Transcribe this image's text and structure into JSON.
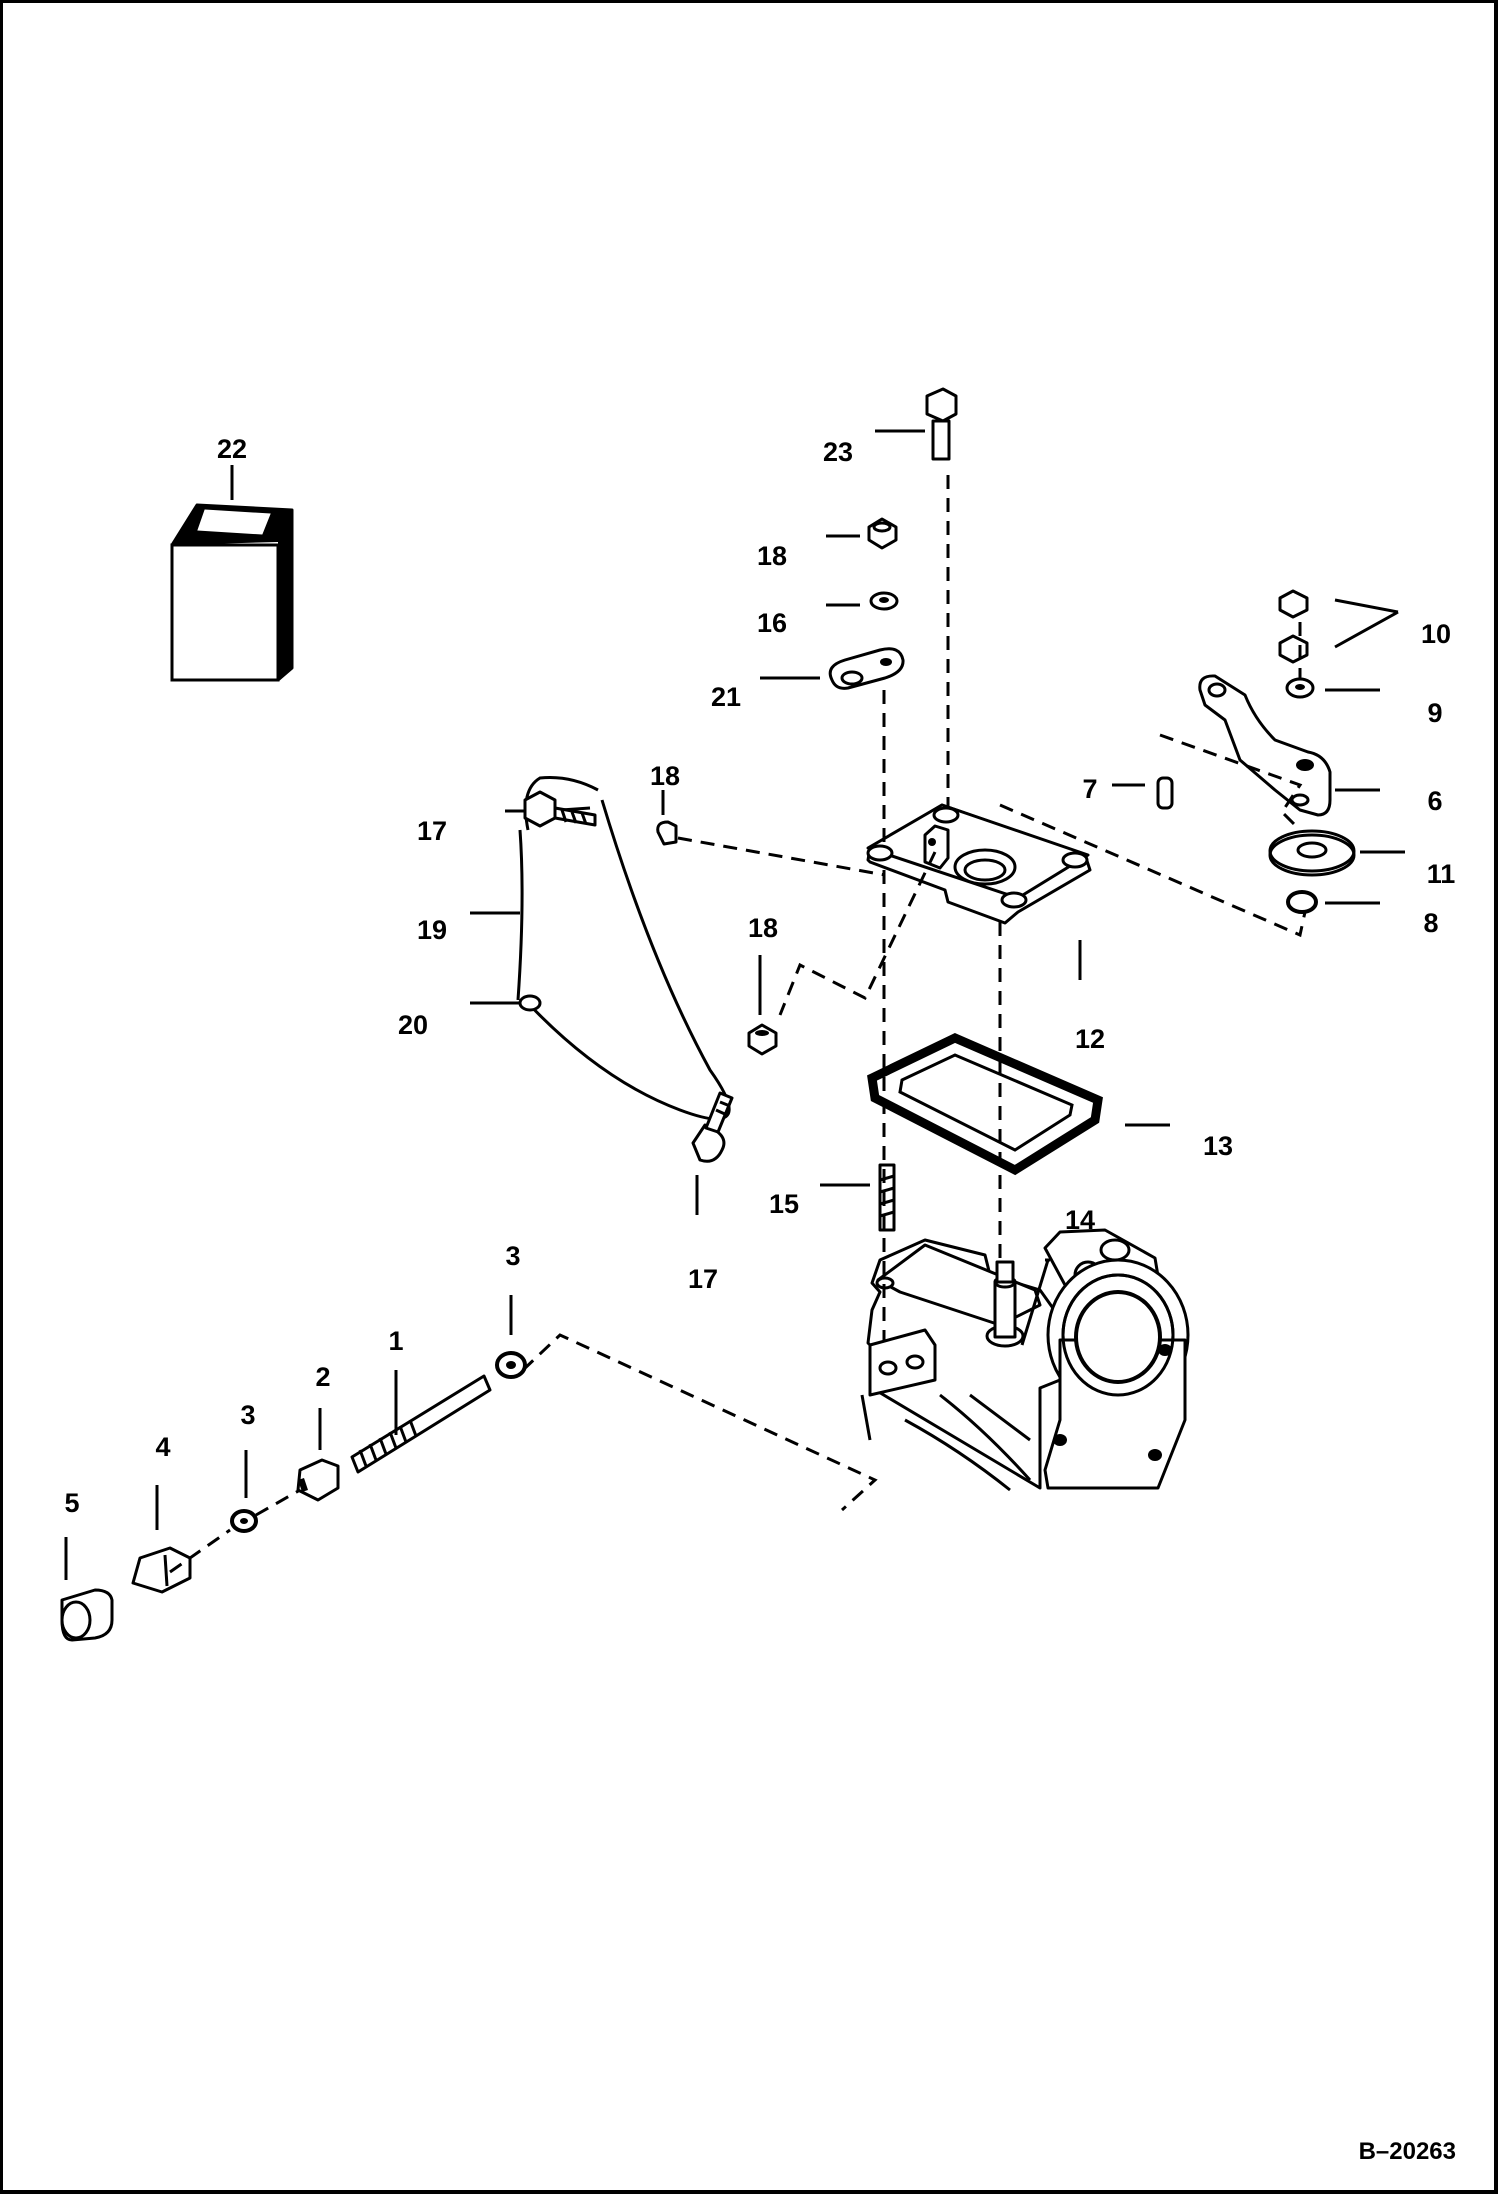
{
  "figure_id": "B–20263",
  "callouts": {
    "c1": "1",
    "c2": "2",
    "c3a": "3",
    "c3b": "3",
    "c4": "4",
    "c5": "5",
    "c6": "6",
    "c7": "7",
    "c8": "8",
    "c9": "9",
    "c10": "10",
    "c11": "11",
    "c12": "12",
    "c13": "13",
    "c14": "14",
    "c15": "15",
    "c16": "16",
    "c17a": "17",
    "c17b": "17",
    "c18a": "18",
    "c18b": "18",
    "c18c": "18",
    "c19": "19",
    "c20": "20",
    "c21": "21",
    "c22": "22",
    "c23": "23"
  }
}
